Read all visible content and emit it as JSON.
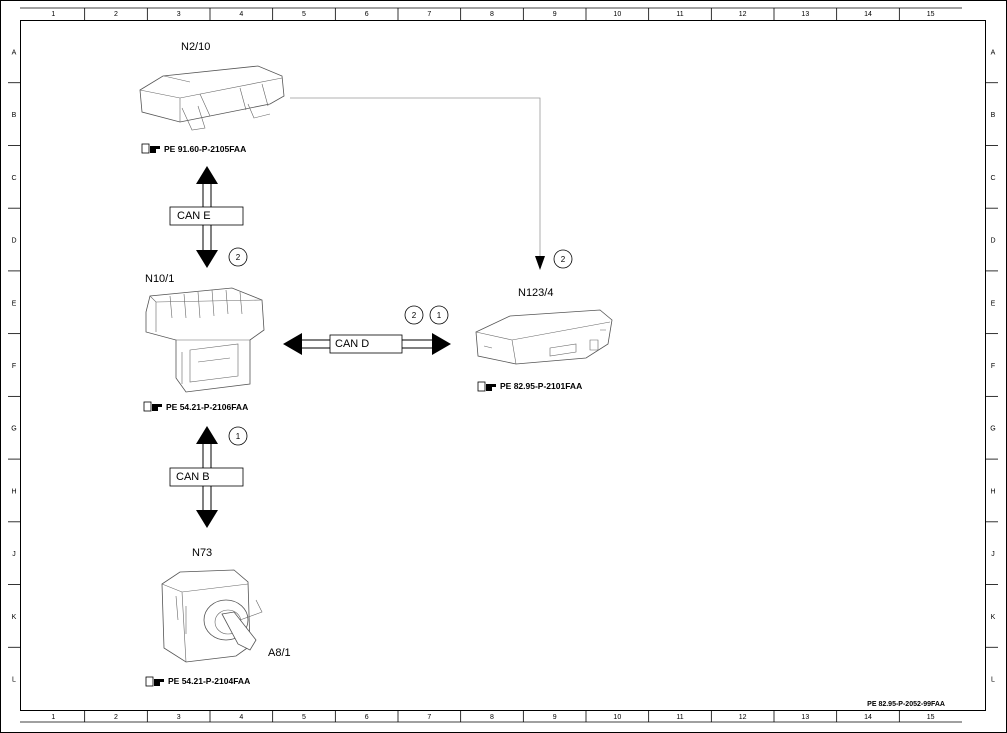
{
  "grid": {
    "columns": [
      "1",
      "2",
      "3",
      "4",
      "5",
      "6",
      "7",
      "8",
      "9",
      "10",
      "11",
      "12",
      "13",
      "14",
      "15"
    ],
    "rows": [
      "A",
      "B",
      "C",
      "D",
      "E",
      "F",
      "G",
      "H",
      "J",
      "K",
      "L"
    ]
  },
  "components": {
    "n2_10": {
      "label": "N2/10",
      "ref": "PE 91.60-P-2105FAA"
    },
    "n10_1": {
      "label": "N10/1",
      "ref": "PE 54.21-P-2106FAA"
    },
    "n123_4": {
      "label": "N123/4",
      "ref": "PE 82.95-P-2101FAA"
    },
    "n73": {
      "label": "N73",
      "ref": "PE 54.21-P-2104FAA",
      "sub_label": "A8/1"
    }
  },
  "buses": {
    "can_e": "CAN E",
    "can_d": "CAN D",
    "can_b": "CAN B"
  },
  "markers": {
    "can_e_marker": "2",
    "n123_4_marker": "2",
    "can_d_marker_a": "2",
    "can_d_marker_b": "1",
    "can_b_marker": "1"
  },
  "footer": {
    "doc_ref": "PE 82.95-P-2052-99FAA"
  },
  "icons": {
    "ref_icon": "hand-pointing-book-icon"
  },
  "colors": {
    "ink": "#000000",
    "line": "#999999",
    "paper": "#ffffff"
  }
}
